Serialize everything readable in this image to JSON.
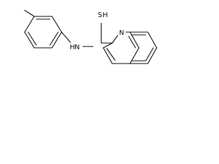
{
  "structure": {
    "atom_labels": {
      "thione_sulfur": "S",
      "thione_hydrogen": "H",
      "amide_nitrogen": "N",
      "amide_hydrogen": "H",
      "ring_nitrogen": "N"
    }
  }
}
